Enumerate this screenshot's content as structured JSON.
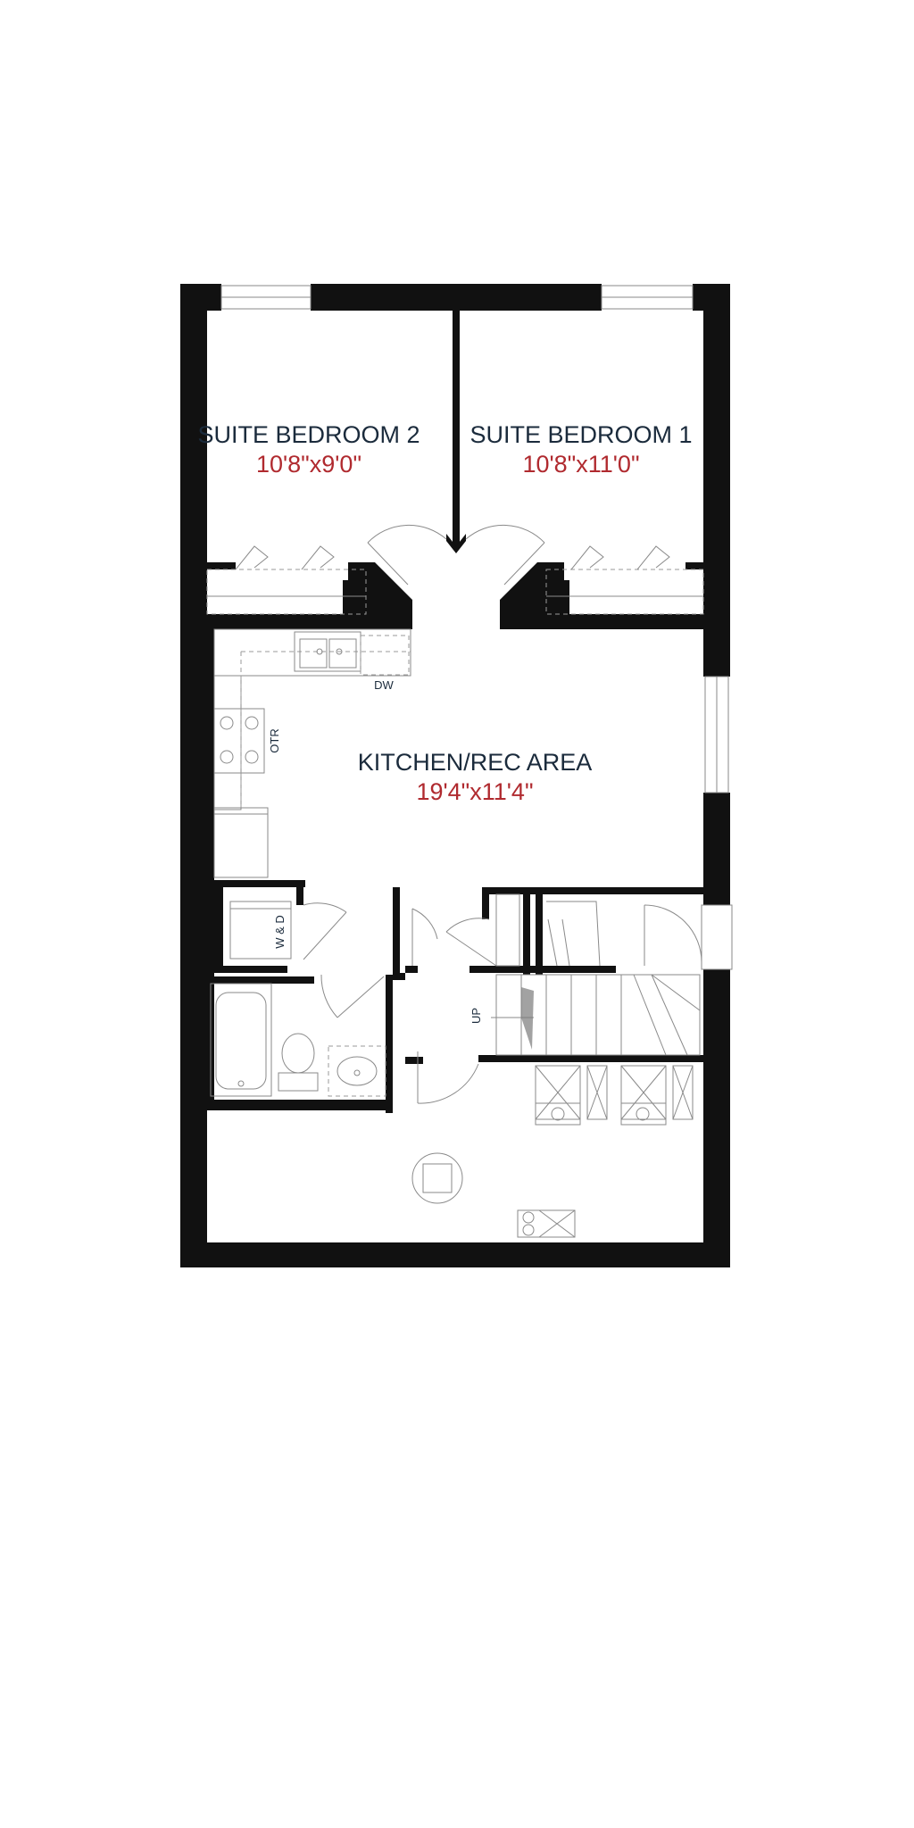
{
  "colors": {
    "wall": "#111111",
    "room_name": "#1b2b3c",
    "dimension": "#b02a2f",
    "fixture_line": "#8a8a8a"
  },
  "rooms": {
    "bedroom2": {
      "name": "SUITE BEDROOM 2",
      "dims": "10'8\"x9'0\""
    },
    "bedroom1": {
      "name": "SUITE BEDROOM 1",
      "dims": "10'8\"x11'0\""
    },
    "kitchen": {
      "name": "KITCHEN/REC AREA",
      "dims": "19'4\"x11'4\""
    }
  },
  "labels": {
    "dishwasher": "DW",
    "over_range": "OTR",
    "laundry": "W & D",
    "stairs": "UP"
  }
}
